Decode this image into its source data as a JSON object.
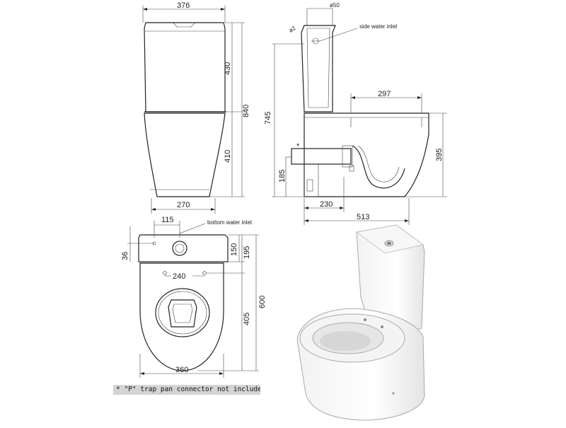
{
  "front_view": {
    "width_top": "376",
    "tank_height": "430",
    "total_height": "840",
    "pan_height": "410",
    "base_width": "270"
  },
  "side_view": {
    "diameter": "ø50",
    "angle_label": "ø2",
    "side_inlet_label": "side water inlet",
    "outlet_height": "745",
    "seat_depth": "297",
    "seat_height": "395",
    "trap_height": "185",
    "trap_distance": "230",
    "overall_depth": "513",
    "asterisk": "*"
  },
  "plan_view": {
    "inlet_offset": "115",
    "bottom_inlet_label": "bottom water inlet",
    "inlet_edge": "36",
    "tank_depth": "150",
    "fixing_depth": "195",
    "fixing_spacing": "240",
    "bowl_depth": "405",
    "overall_length": "600",
    "overall_width": "360"
  },
  "note": "* \"P\" trap pan connector not included.",
  "colors": {
    "line": "#222222",
    "note_bg": "#d4d4d4"
  }
}
